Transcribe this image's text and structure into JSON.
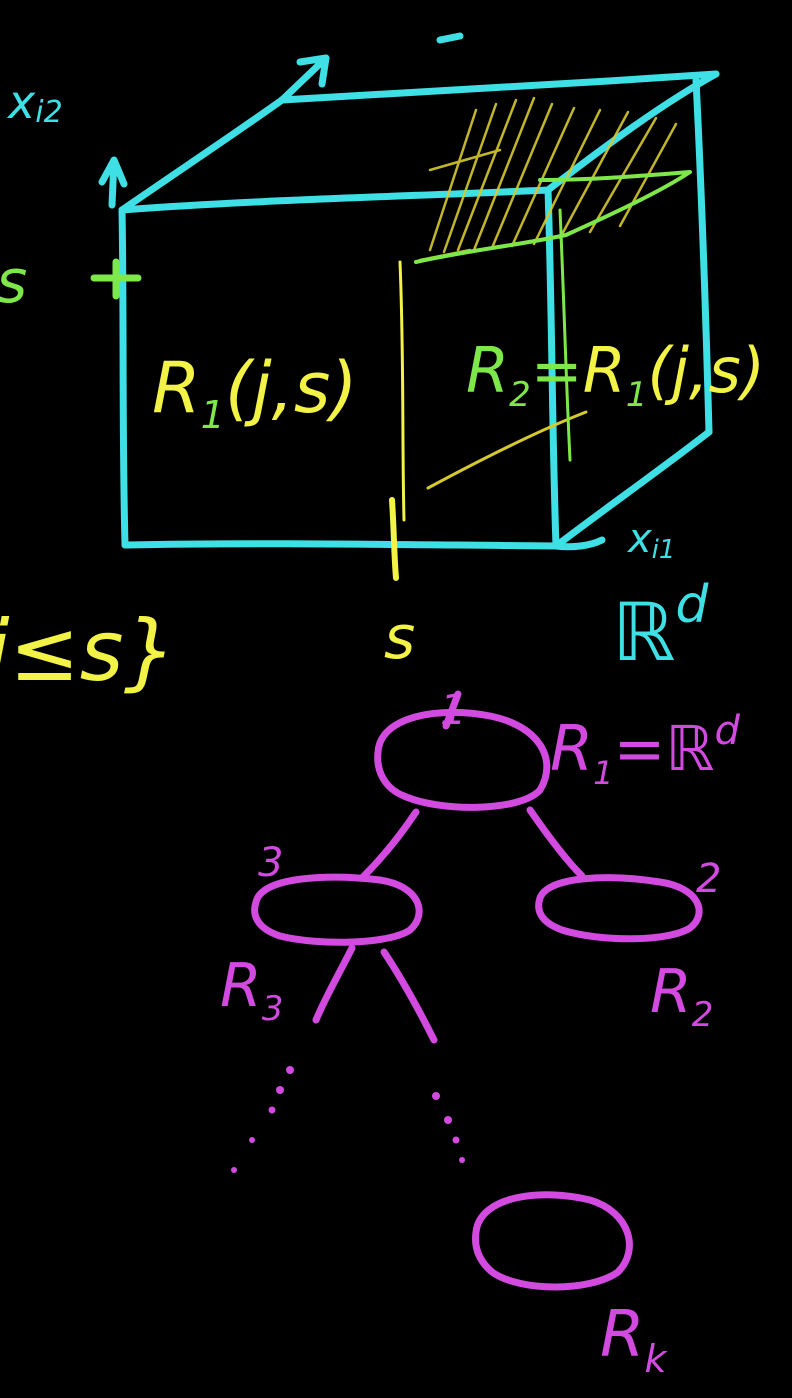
{
  "colors": {
    "background": "#000000",
    "box": "#3ee0e6",
    "yellow": "#f2f247",
    "green": "#7ee84b",
    "tree": "#d24ae0",
    "hatch": "#d6c92e"
  },
  "box_labels": {
    "axis_x2": "x",
    "axis_x2_sub": "i2",
    "axis_x1": "x",
    "axis_x1_sub": "i1",
    "space": "ℝ",
    "space_sup": "d"
  },
  "split_labels": {
    "left_tick": "s",
    "bottom_tick": "s",
    "set_fragment": "j≤s}"
  },
  "region_labels": {
    "left_region": "R",
    "left_region_sub": "1",
    "left_region_args": "(j,s)",
    "right_region_lhs": "R",
    "right_region_lhs_sub": "2",
    "right_region_eq": "=",
    "right_region_rhs": "R",
    "right_region_rhs_sub": "1",
    "right_region_args": "(j,s)"
  },
  "tree": {
    "root_number": "1",
    "root_label": "R",
    "root_label_sub": "1",
    "root_label_eq": "=ℝ",
    "root_label_sup": "d",
    "left_child_number": "3",
    "left_child_label": "R",
    "left_child_sub": "3",
    "right_child_number": "2",
    "right_child_label": "R",
    "right_child_sub": "2",
    "leaf_label": "R",
    "leaf_sub": "k"
  }
}
